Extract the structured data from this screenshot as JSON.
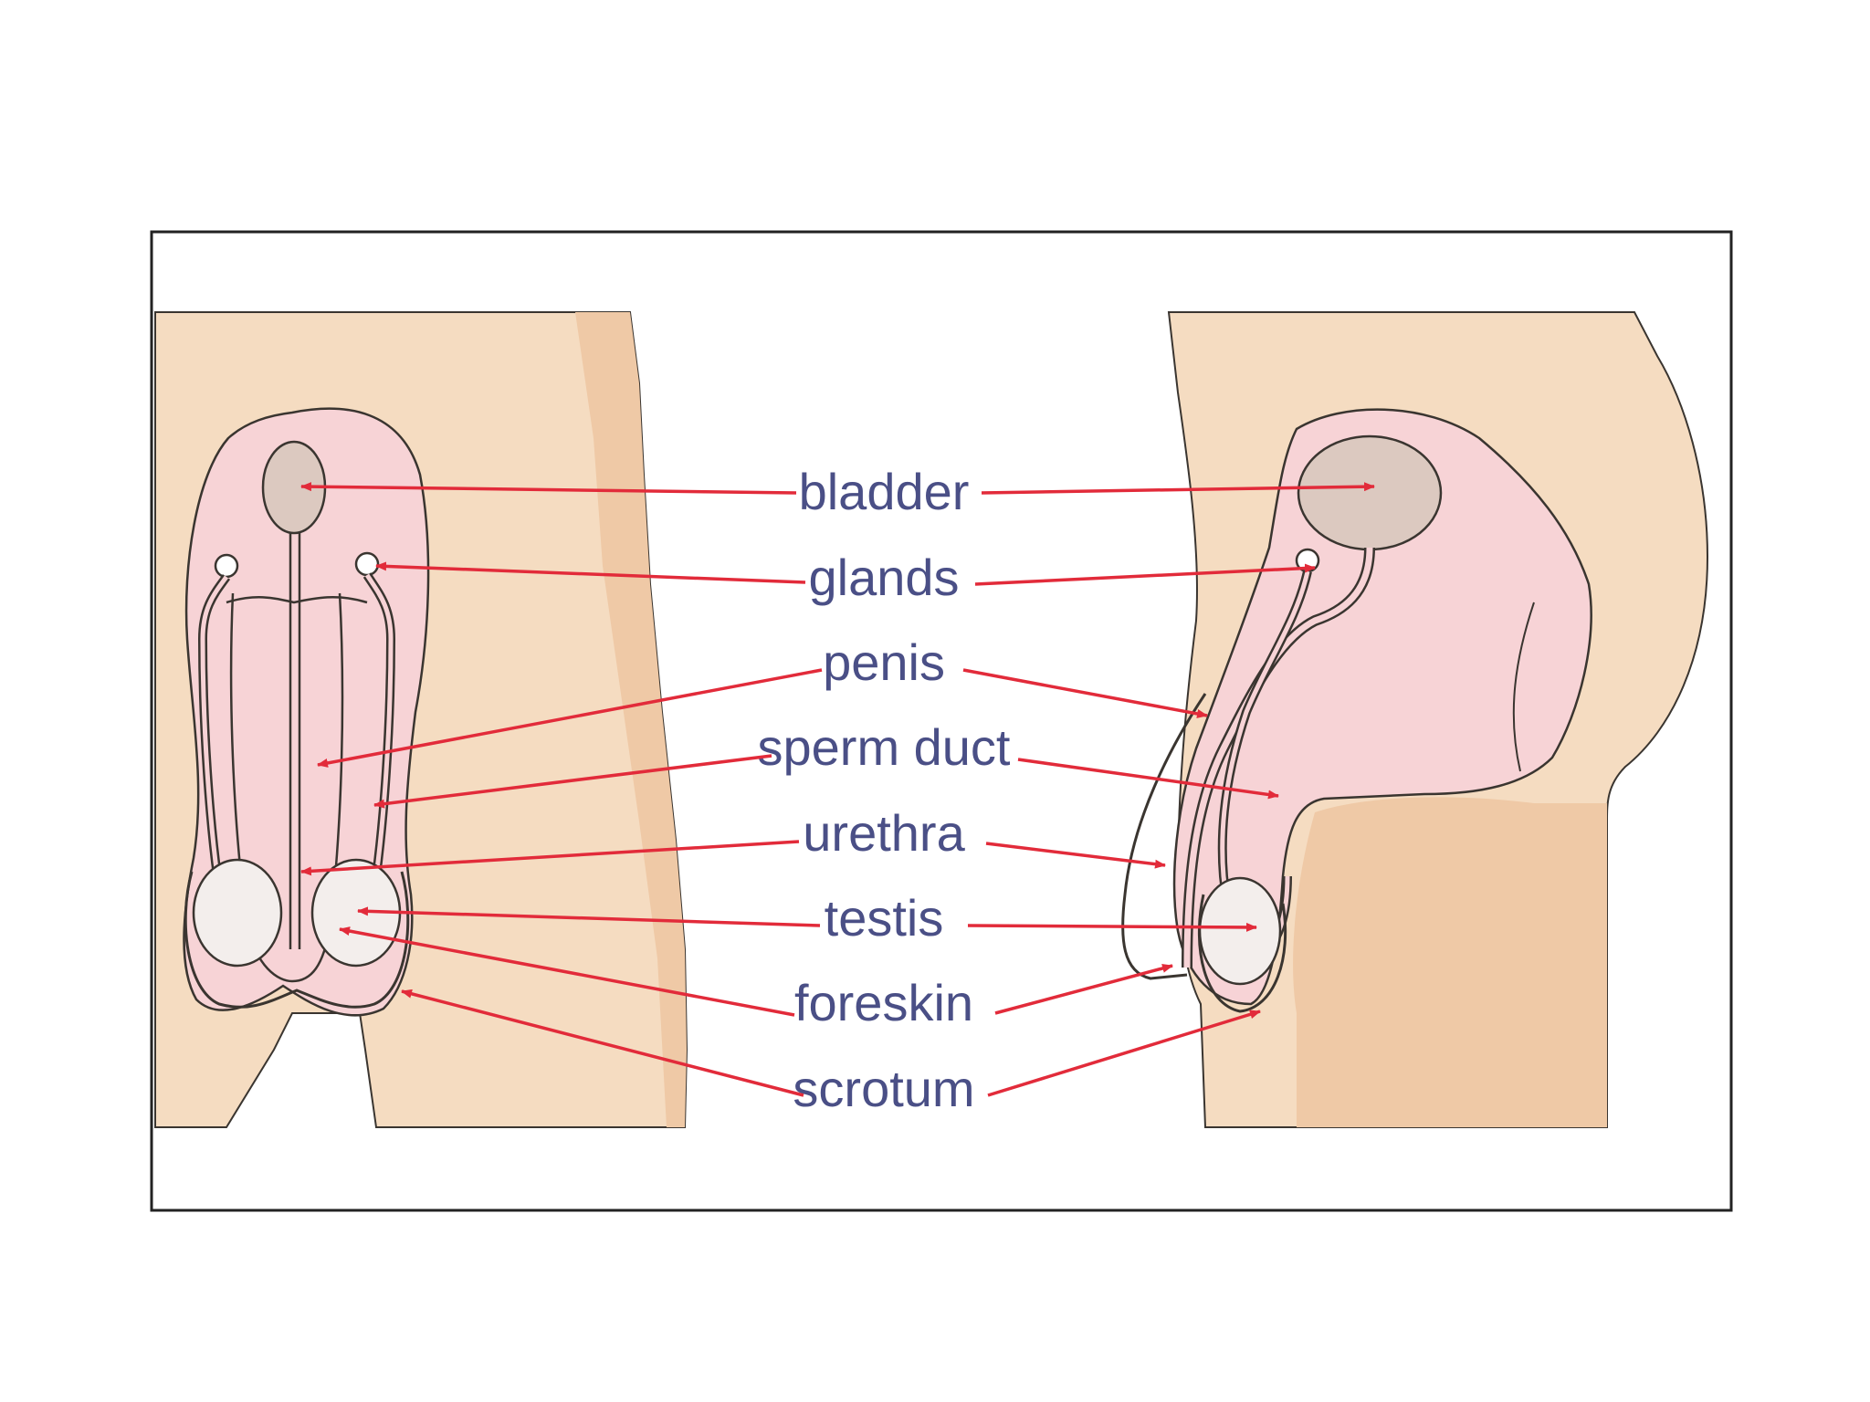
{
  "colors": {
    "skin": "#f5dcc1",
    "skin_shadow": "#efc9a6",
    "organ_pink": "#f7d3d6",
    "bladder": "#dcc9c0",
    "testis": "#f3eeec",
    "outline": "#3a3530",
    "arrow": "#e22b3a",
    "label_text": "#4a4f86",
    "frame": "#222222"
  },
  "labels": [
    {
      "id": "bladder",
      "text": "bladder"
    },
    {
      "id": "glands",
      "text": "glands"
    },
    {
      "id": "penis",
      "text": "penis"
    },
    {
      "id": "sperm-duct",
      "text": "sperm duct"
    },
    {
      "id": "urethra",
      "text": "urethra"
    },
    {
      "id": "testis",
      "text": "testis"
    },
    {
      "id": "foreskin",
      "text": "foreskin"
    },
    {
      "id": "scrotum",
      "text": "scrotum"
    }
  ]
}
